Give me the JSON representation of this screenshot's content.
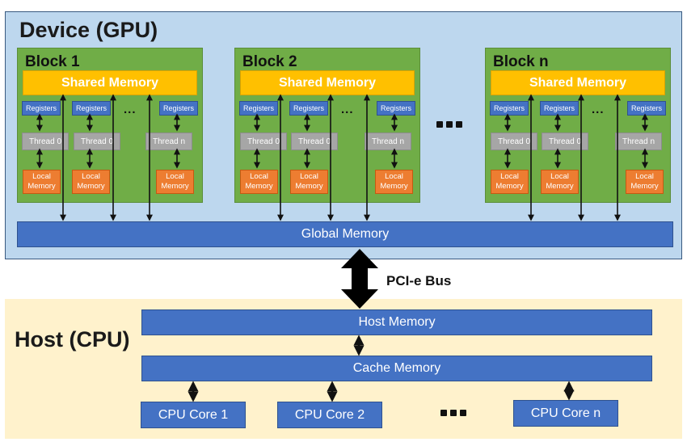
{
  "device": {
    "title": "Device (GPU)",
    "blocks": [
      {
        "title": "Block 1",
        "shared": "Shared Memory",
        "threads": [
          {
            "reg": "Registers",
            "thread": "Thread 0",
            "local": "Local Memory"
          },
          {
            "reg": "Registers",
            "thread": "Thread 0",
            "local": "Local Memory"
          },
          {
            "reg": "Registers",
            "thread": "Thread n",
            "local": "Local Memory"
          }
        ],
        "dots": "..."
      },
      {
        "title": "Block 2",
        "shared": "Shared Memory",
        "threads": [
          {
            "reg": "Registers",
            "thread": "Thread 0",
            "local": "Local Memory"
          },
          {
            "reg": "Registers",
            "thread": "Thread 0",
            "local": "Local Memory"
          },
          {
            "reg": "Registers",
            "thread": "Thread n",
            "local": "Local Memory"
          }
        ],
        "dots": "..."
      },
      {
        "title": "Block n",
        "shared": "Shared Memory",
        "threads": [
          {
            "reg": "Registers",
            "thread": "Thread 0",
            "local": "Local Memory"
          },
          {
            "reg": "Registers",
            "thread": "Thread 0",
            "local": "Local Memory"
          },
          {
            "reg": "Registers",
            "thread": "Thread n",
            "local": "Local Memory"
          }
        ],
        "dots": "..."
      }
    ],
    "global_memory": "Global Memory"
  },
  "bus": {
    "label": "PCI-e Bus"
  },
  "host": {
    "title": "Host (CPU)",
    "host_memory": "Host Memory",
    "cache_memory": "Cache Memory",
    "cores": [
      "CPU Core 1",
      "CPU Core 2",
      "CPU Core n"
    ]
  },
  "colors": {
    "device_bg": "#bdd7ee",
    "host_bg": "#fff2cc",
    "block": "#70ad47",
    "shared": "#ffc000",
    "registers": "#4472c4",
    "thread": "#a6a6a6",
    "local": "#ed7d31",
    "memory_bar": "#4472c4"
  }
}
